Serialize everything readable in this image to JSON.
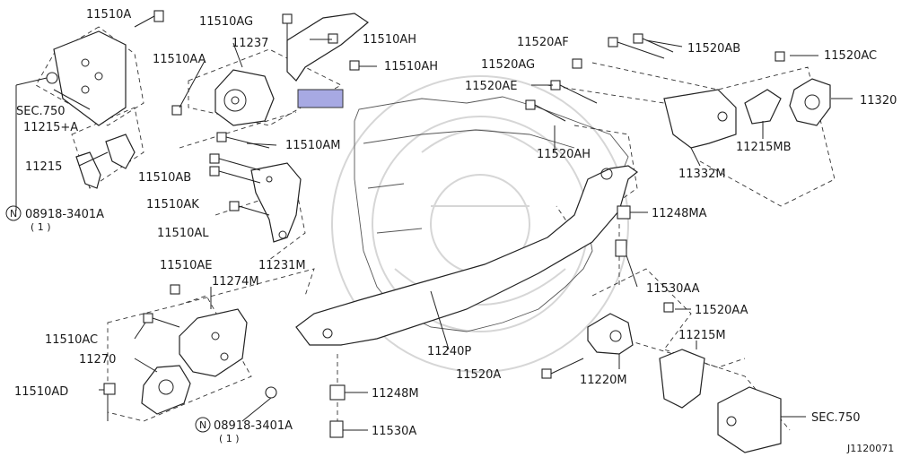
{
  "diagram": {
    "labels": {
      "p11510A": "11510A",
      "p11510AG": "11510AG",
      "p11510AH_1": "11510AH",
      "p11510AH_2": "11510AH",
      "p11237": "11237",
      "p11510AA": "11510AA",
      "p11510AM": "11510AM",
      "p11510AB": "11510AB",
      "p11510AK": "11510AK",
      "p11510AL": "11510AL",
      "p11231M": "11231M",
      "sec750_top": "SEC.750",
      "p11215plusA": "11215+A",
      "p11215": "11215",
      "n08918_top": "08918-3401A",
      "n08918_top_qty": "( 1 )",
      "p11520AF": "11520AF",
      "p11520AB": "11520AB",
      "p11520AC": "11520AC",
      "p11520AG": "11520AG",
      "p11520AE": "11520AE",
      "p11320": "11320",
      "p11215MB": "11215MB",
      "p11520AH": "11520AH",
      "p11332M": "11332M",
      "p11248MA": "11248MA",
      "p11530AA": "11530AA",
      "p11520AA": "11520AA",
      "p11215M": "11215M",
      "p11240P": "11240P",
      "p11520A": "11520A",
      "p11220M": "11220M",
      "p11248M": "11248M",
      "p11530A": "11530A",
      "sec750_bottom": "SEC.750",
      "p11510AE": "11510AE",
      "p11274M": "11274M",
      "p11510AC": "11510AC",
      "p11270": "11270",
      "p11510AD": "11510AD",
      "n08918_bottom": "08918-3401A",
      "n08918_bottom_qty": "( 1 )",
      "circle_n": "N",
      "diagram_code": "J1120071"
    },
    "highlight_color": "#a7a9e3"
  }
}
